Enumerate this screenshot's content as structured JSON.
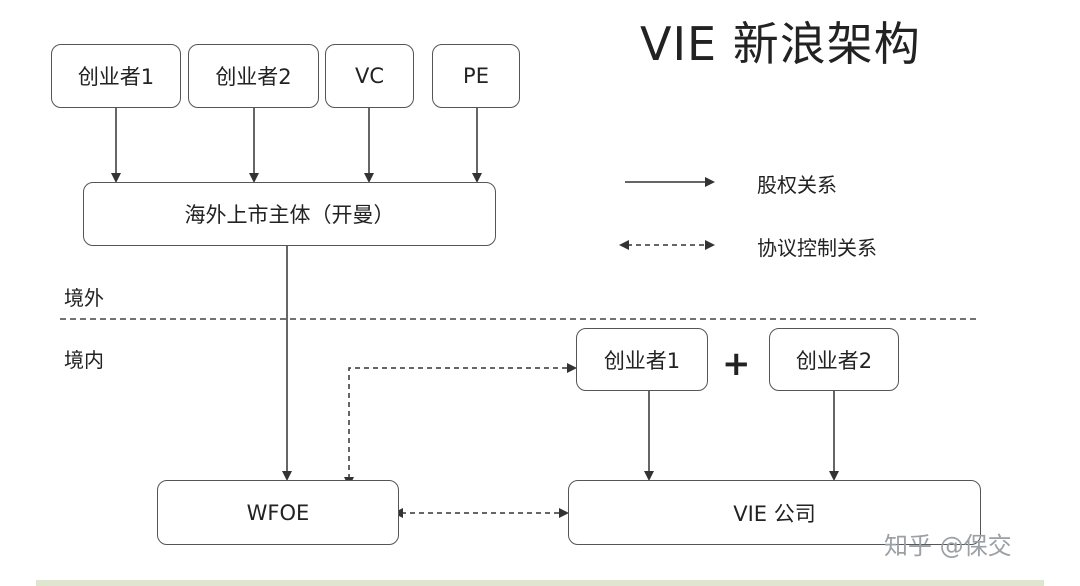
{
  "title": "VIE 新浪架构",
  "investors": [
    "创业者1",
    "创业者2",
    "VC",
    "PE"
  ],
  "offshore_entity": "海外上市主体（开曼）",
  "legend": {
    "equity": "股权关系",
    "agreement": "协议控制关系"
  },
  "region": {
    "offshore": "境外",
    "onshore": "境内"
  },
  "onshore_founders": [
    "创业者1",
    "创业者2"
  ],
  "plus_sign": "+",
  "wfoe": "WFOE",
  "vie_company": "VIE 公司",
  "watermark": "知乎 @保交"
}
